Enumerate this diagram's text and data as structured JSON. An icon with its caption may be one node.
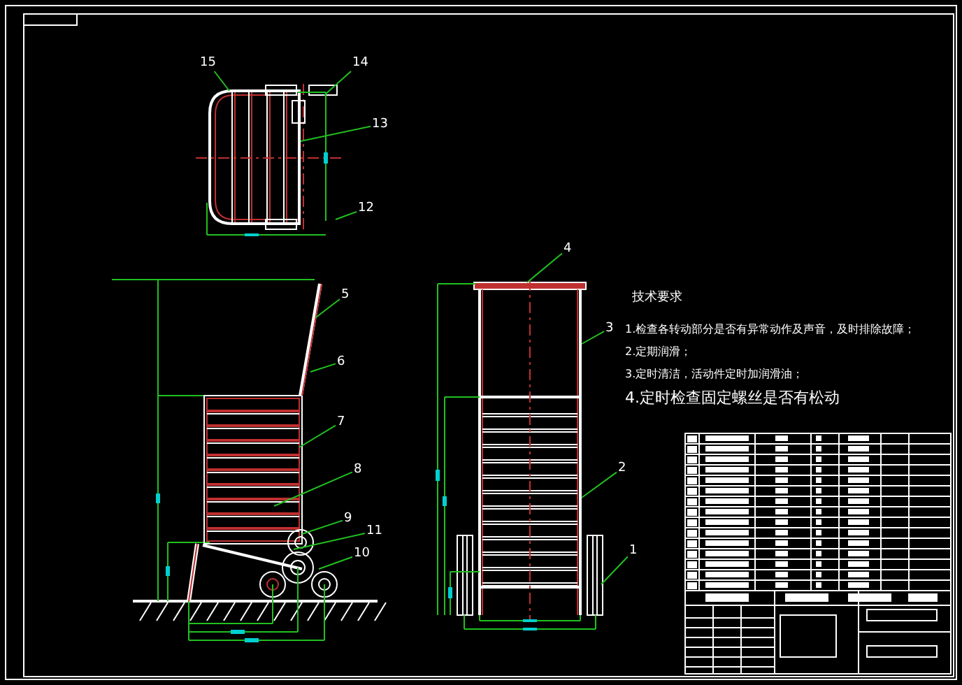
{
  "diagram": {
    "nodes": [
      {
        "text": [
          "15"
        ]
      },
      {
        "text": [
          "14"
        ]
      },
      {
        "text": [
          "13"
        ]
      },
      {
        "text": [
          "12"
        ]
      },
      {
        "text": [
          "5"
        ]
      },
      {
        "text": [
          "6"
        ]
      },
      {
        "text": [
          "7"
        ]
      },
      {
        "text": [
          "8"
        ]
      },
      {
        "text": [
          "9"
        ]
      },
      {
        "text": [
          "11"
        ]
      },
      {
        "text": [
          "10"
        ]
      },
      {
        "text": [
          "4"
        ]
      },
      {
        "text": [
          "3"
        ]
      },
      {
        "text": [
          "2"
        ]
      },
      {
        "text": [
          "1"
        ]
      },
      {
        "text": [],
        "shape": "picture"
      },
      {
        "text": [],
        "shape": "picture"
      },
      {
        "text": [],
        "shape": "picture"
      }
    ],
    "edges": [
      {
        "from": 0,
        "to": 15,
        "arrow": "none"
      },
      {
        "from": 1,
        "to": 15,
        "arrow": "none"
      },
      {
        "from": 2,
        "to": 15,
        "arrow": "none"
      },
      {
        "from": 3,
        "to": 15,
        "arrow": "none"
      },
      {
        "from": 4,
        "to": 16,
        "arrow": "none"
      },
      {
        "from": 5,
        "to": 16,
        "arrow": "none"
      },
      {
        "from": 6,
        "to": 16,
        "arrow": "none"
      },
      {
        "from": 7,
        "to": 16,
        "arrow": "none"
      },
      {
        "from": 8,
        "to": 16,
        "arrow": "none"
      },
      {
        "from": 9,
        "to": 16,
        "arrow": "none"
      },
      {
        "from": 10,
        "to": 16,
        "arrow": "none"
      },
      {
        "from": 11,
        "to": 17,
        "arrow": "none"
      },
      {
        "from": 12,
        "to": 17,
        "arrow": "none"
      },
      {
        "from": 13,
        "to": 17,
        "arrow": "none"
      },
      {
        "from": 14,
        "to": 17,
        "arrow": "none"
      }
    ],
    "labels": [
      "技术要求",
      "1.检查各转动部分是否有异常动作及声音，及时排除故障；",
      "2.定期润滑；",
      "3.定时清洁，活动件定时加润滑油；",
      "4.定时检查固定螺丝是否有松动"
    ]
  }
}
